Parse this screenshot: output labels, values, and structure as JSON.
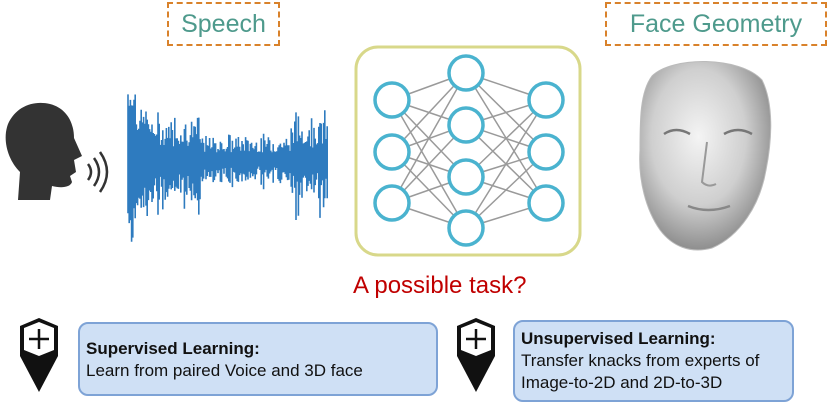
{
  "labels": {
    "speech": "Speech",
    "face": "Face Geometry"
  },
  "question": "A possible task?",
  "cards": {
    "supervised": {
      "title": "Supervised Learning:",
      "line1": "Learn from paired Voice and 3D face"
    },
    "unsupervised": {
      "title": "Unsupervised Learning:",
      "line1": "Transfer knacks from experts of",
      "line2": "Image-to-2D and 2D-to-3D"
    }
  },
  "icons": [
    "speaking-head-icon",
    "waveform-icon",
    "neural-network-icon",
    "face-mesh-icon",
    "pin-plus-icon"
  ],
  "colors": {
    "label_border": "#d9822b",
    "label_text": "#4e9a8c",
    "question": "#c00000",
    "waveform": "#2e7bbf",
    "node": "#4ab3cf",
    "nn_border": "#d8d88a",
    "card_bg": "#cfe0f5"
  }
}
